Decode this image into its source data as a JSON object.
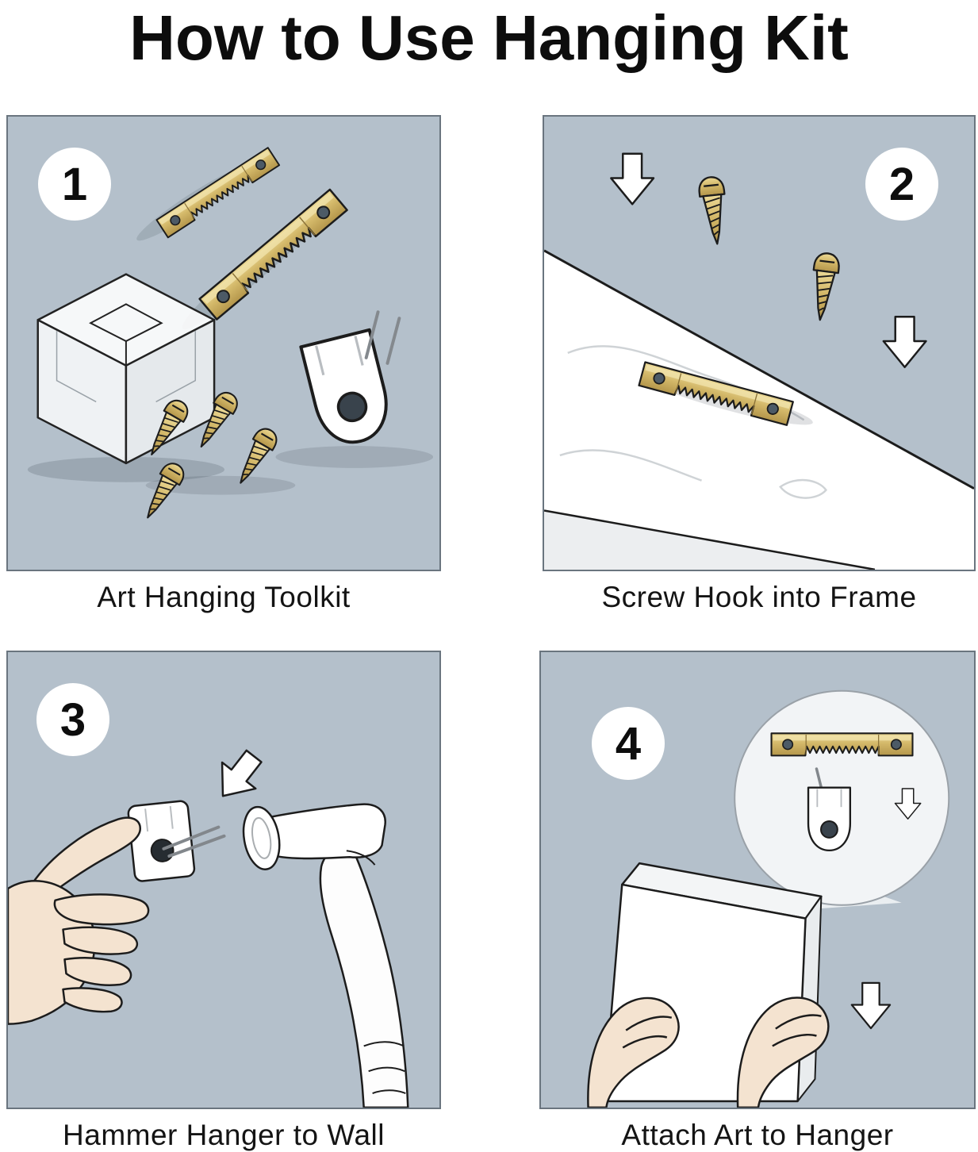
{
  "title": "How to Use Hanging Kit",
  "panels": [
    {
      "number": "1",
      "caption": "Art Hanging Toolkit"
    },
    {
      "number": "2",
      "caption": "Screw Hook into Frame"
    },
    {
      "number": "3",
      "caption": "Hammer Hanger to Wall"
    },
    {
      "number": "4",
      "caption": "Attach Art to Hanger"
    }
  ],
  "colors": {
    "panel-bg": "#b4c0cb",
    "brass": "#d3b869",
    "brass-dark": "#b3954a",
    "outline": "#1c1c1c",
    "skin": "#f4e3d0",
    "object-white": "#ffffff"
  }
}
